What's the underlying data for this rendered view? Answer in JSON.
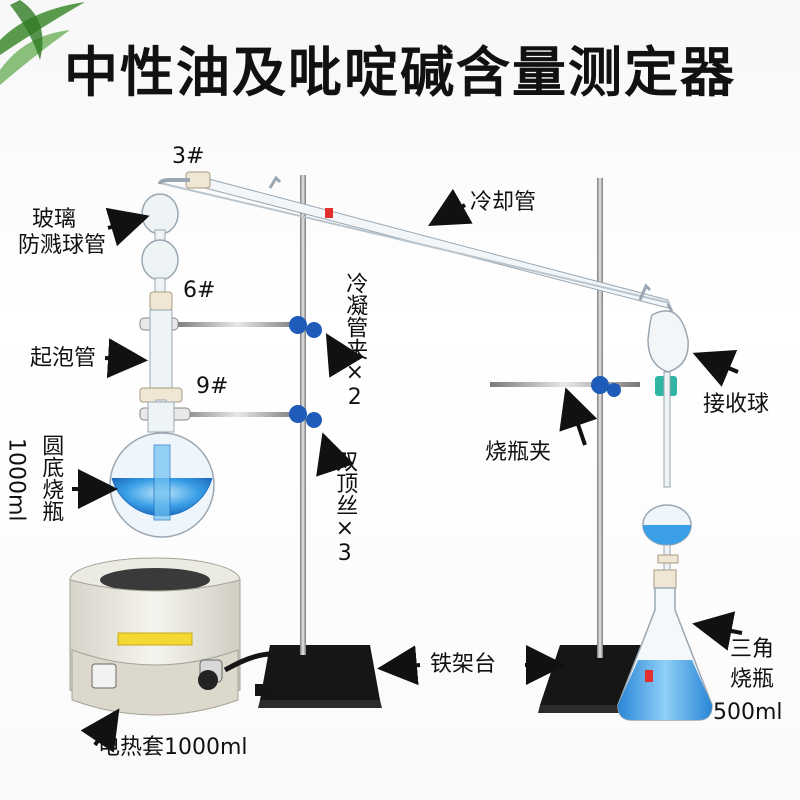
{
  "title": "中性油及吡啶碱含量测定器",
  "labels": {
    "joint_3": "3#",
    "joint_6": "6#",
    "joint_9": "9#",
    "splash_bulb_line1": "玻璃",
    "splash_bulb_line2": "防溅球管",
    "bubbler": "起泡管",
    "flask_name": "圆底烧瓶",
    "flask_volume": "1000ml",
    "condenser": "冷却管",
    "condenser_clamp": "冷凝管夹×2",
    "double_clamp": "双顶丝×3",
    "flask_clamp": "烧瓶夹",
    "receiver_bulb": "接收球",
    "iron_stand": "铁架台",
    "heater": "电热套1000ml",
    "erlenmeyer_name_line1": "三角",
    "erlenmeyer_name_line2": "烧瓶",
    "erlenmeyer_volume": "500ml"
  },
  "colors": {
    "liquid": "#3a9fe6",
    "liquid_light": "#8fd0f7",
    "stand_base": "#1a1a1a",
    "rod": "#9a9a9a",
    "clamp_knob": "#1f5bb8",
    "heater_body": "#ecebe3",
    "receiver_holder": "#2fb5a3"
  },
  "icons": [
    "bamboo-leaf-decoration",
    "arrow-icon",
    "logo-badge"
  ]
}
